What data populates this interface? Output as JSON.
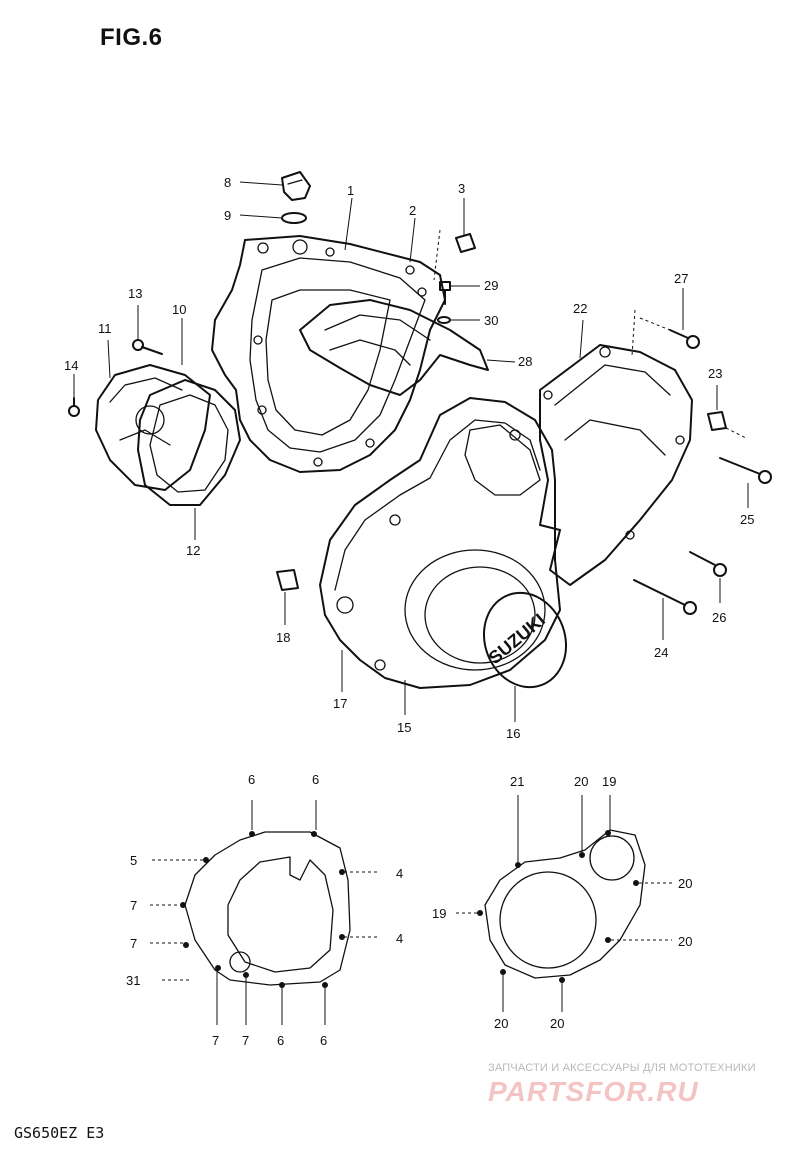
{
  "figure": {
    "title": "FIG.6",
    "model_code": "GS650EZ  E3"
  },
  "watermark": {
    "tagline": "ЗАПЧАСТИ И АКСЕССУАРЫ ДЛЯ МОТОТЕХНИКИ",
    "brand": "PARTSFOR.RU"
  },
  "cover_logo": "SUZUKI",
  "callouts": {
    "c1": "1",
    "c2": "2",
    "c3": "3",
    "c8": "8",
    "c9": "9",
    "c10": "10",
    "c11": "11",
    "c12": "12",
    "c13": "13",
    "c14": "14",
    "c15": "15",
    "c16": "16",
    "c17": "17",
    "c18": "18",
    "c22": "22",
    "c23": "23",
    "c24": "24",
    "c25": "25",
    "c26": "26",
    "c27": "27",
    "c28": "28",
    "c29": "29",
    "c30": "30",
    "l_6a": "6",
    "l_6b": "6",
    "l_5": "5",
    "l_4a": "4",
    "l_4b": "4",
    "l_7a": "7",
    "l_7b": "7",
    "l_31": "31",
    "l_7c": "7",
    "l_7d": "7",
    "l_6c": "6",
    "l_6d": "6",
    "r_21": "21",
    "r_20a": "20",
    "r_19a": "19",
    "r_20b": "20",
    "r_19b": "19",
    "r_20c": "20",
    "r_20d": "20",
    "r_20e": "20"
  }
}
